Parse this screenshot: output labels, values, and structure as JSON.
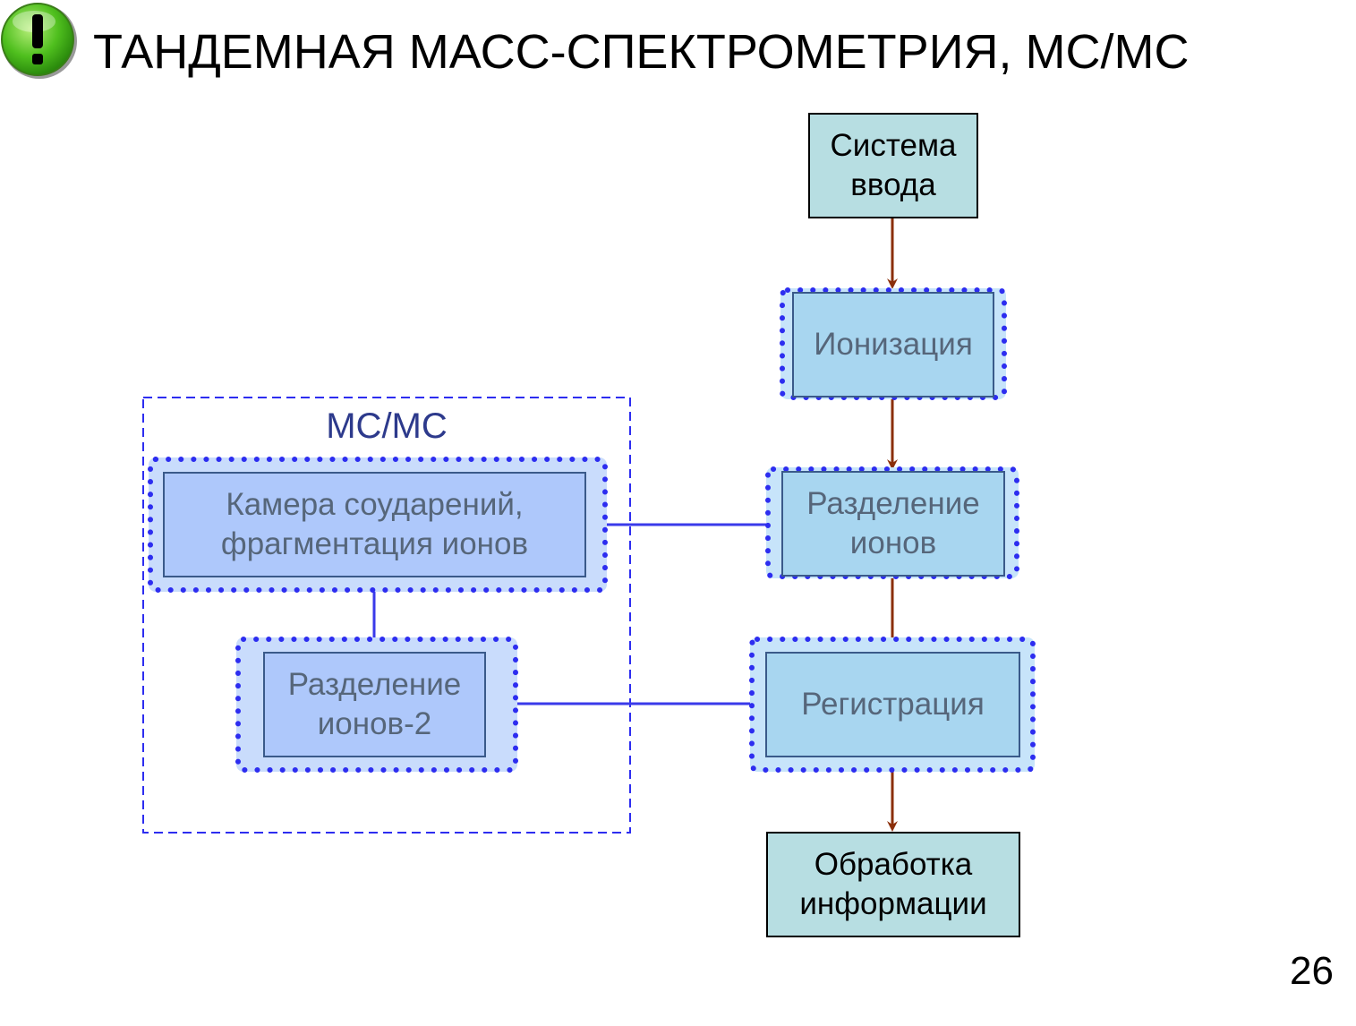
{
  "slide": {
    "title": "ТАНДЕМНАЯ МАСС-СПЕКТРОМЕТРИЯ, МС/МС",
    "page_number": "26",
    "icon": "exclamation-icon"
  },
  "diagram": {
    "nodes": {
      "input_system": "Система\nввода",
      "ionization": "Ионизация",
      "ion_separation": "Разделение\nионов",
      "registration": "Регистрация",
      "data_processing": "Обработка\nинформации",
      "collision_cell": "Камера соударений,\nфрагментация ионов",
      "ion_separation_2": "Разделение\nионов-2"
    },
    "group_label": "МС/МС",
    "colors": {
      "main_flow": "#8b2f0a",
      "msms_flow": "#3a3aea",
      "dotted_border": "#2d2df0"
    }
  }
}
